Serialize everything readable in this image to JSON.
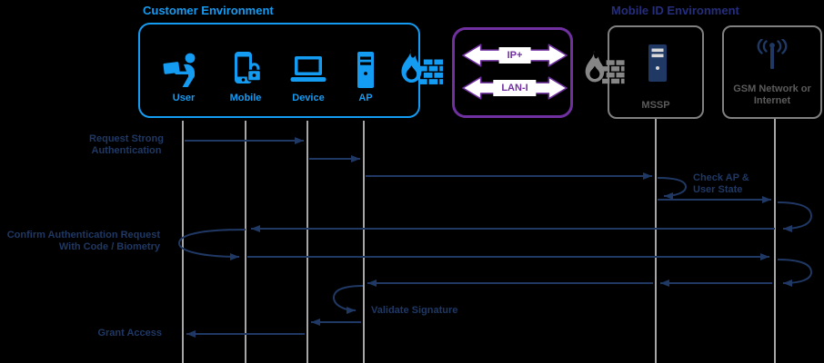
{
  "titles": {
    "customer": "Customer Environment",
    "mobile_id": "Mobile ID Environment"
  },
  "customer_actors": [
    {
      "icon": "user-icon",
      "label": "User"
    },
    {
      "icon": "mobile-lock-icon",
      "label": "Mobile"
    },
    {
      "icon": "laptop-icon",
      "label": "Device"
    },
    {
      "icon": "server-tower-icon",
      "label": "AP"
    }
  ],
  "network": {
    "links": [
      "IP+",
      "LAN-I"
    ]
  },
  "mobile_id_nodes": [
    {
      "icon": "server-icon",
      "label": "MSSP"
    },
    {
      "icon": "antenna-icon",
      "label": "GSM Network or Internet"
    }
  ],
  "firewalls": [
    {
      "icon": "firewall-flame-icon",
      "position": "customer-edge",
      "color": "#149BF2"
    },
    {
      "icon": "firewall-flame-icon",
      "position": "mssp-edge",
      "color": "#868686"
    }
  ],
  "sequence": {
    "lifelines": [
      "User",
      "Mobile",
      "Device",
      "AP",
      "MSSP",
      "GSM Network or Internet"
    ],
    "labels": {
      "request_strong": [
        "Request Strong",
        "Authentication"
      ],
      "check_ap": [
        "Check AP &",
        "User State"
      ],
      "confirm": [
        "Confirm Authentication Request",
        "With Code / Biometry"
      ],
      "validate": [
        "Validate Signature"
      ],
      "grant": [
        "Grant Access"
      ]
    },
    "messages": [
      {
        "from": "User",
        "to": "Device",
        "label": "Request Strong Authentication"
      },
      {
        "from": "Device",
        "to": "AP",
        "label": ""
      },
      {
        "from": "AP",
        "to": "MSSP",
        "label": ""
      },
      {
        "from": "MSSP",
        "to": "MSSP",
        "label": "Check AP & User State"
      },
      {
        "from": "MSSP",
        "to": "GSM Network or Internet",
        "label": ""
      },
      {
        "from": "GSM Network or Internet",
        "to": "GSM Network or Internet",
        "label": ""
      },
      {
        "from": "GSM Network or Internet",
        "to": "Mobile",
        "label": "Confirm Authentication Request With Code / Biometry"
      },
      {
        "from": "Mobile",
        "to": "User",
        "label": "round-trip confirmation loop"
      },
      {
        "from": "Mobile",
        "to": "GSM Network or Internet",
        "label": ""
      },
      {
        "from": "GSM Network or Internet",
        "to": "GSM Network or Internet",
        "label": ""
      },
      {
        "from": "GSM Network or Internet",
        "to": "MSSP",
        "label": ""
      },
      {
        "from": "MSSP",
        "to": "AP",
        "label": ""
      },
      {
        "from": "AP",
        "to": "AP",
        "label": "Validate Signature"
      },
      {
        "from": "AP",
        "to": "Device",
        "label": ""
      },
      {
        "from": "Device",
        "to": "User",
        "label": "Grant Access"
      }
    ]
  },
  "colors": {
    "background": "#000000",
    "customer_accent": "#149BF2",
    "navy": "#1F3864",
    "mobile_id_title": "#252E7D",
    "purple": "#7030A0",
    "gray_border": "#808080",
    "gray_text": "#5B5B5B",
    "lifeline": "#A6A6A6"
  }
}
